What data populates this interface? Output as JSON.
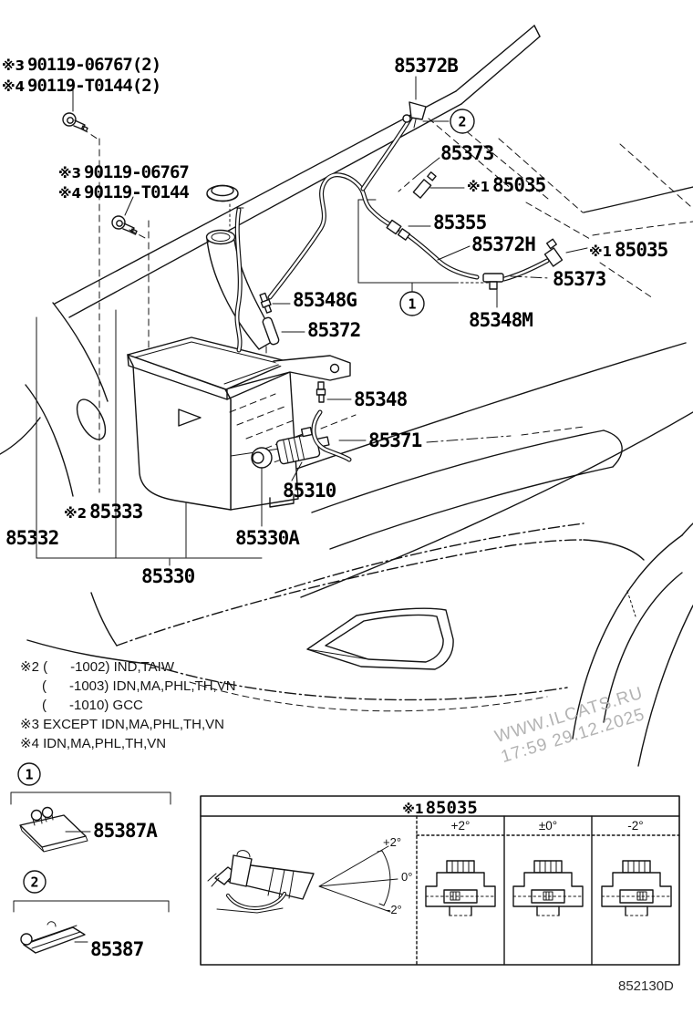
{
  "page": {
    "doc_code": "852130D"
  },
  "watermark": {
    "site": "WWW.ILCATS.RU",
    "datetime": "17:59 29.12.2025"
  },
  "labels": {
    "bolt_top_a": {
      "prefix": "※3",
      "text": "90119-06767(2)"
    },
    "bolt_top_b": {
      "prefix": "※4",
      "text": "90119-T0144(2)"
    },
    "bolt_mid_a": {
      "prefix": "※3",
      "text": "90119-06767"
    },
    "bolt_mid_b": {
      "prefix": "※4",
      "text": "90119-T0144"
    },
    "p85372B": {
      "text": "85372B"
    },
    "p85373_top": {
      "text": "85373"
    },
    "p85035_top": {
      "prefix": "※1",
      "text": "85035"
    },
    "p85355": {
      "text": "85355"
    },
    "p85372H": {
      "text": "85372H"
    },
    "p85035_right": {
      "prefix": "※1",
      "text": "85035"
    },
    "p85373_right": {
      "text": "85373"
    },
    "p85348M": {
      "text": "85348M"
    },
    "p85348G": {
      "text": "85348G"
    },
    "p85372": {
      "text": "85372"
    },
    "p85348": {
      "text": "85348"
    },
    "p85371": {
      "text": "85371"
    },
    "p85310": {
      "text": "85310"
    },
    "p85333": {
      "prefix": "※2",
      "text": "85333"
    },
    "p85332": {
      "text": "85332"
    },
    "p85330A": {
      "text": "85330A"
    },
    "p85330": {
      "text": "85330"
    },
    "p85387A": {
      "text": "85387A"
    },
    "p85387": {
      "text": "85387"
    }
  },
  "callout_circles": {
    "one": "1",
    "two": "2"
  },
  "notes": {
    "line1": "※2 (      -1002) IND,TAIW",
    "line2": "(      -1003) IDN,MA,PHL,TH,VN",
    "line3": "(      -1010) GCC",
    "line4": "※3 EXCEPT IDN,MA,PHL,TH,VN",
    "line5": "※4 IDN,MA,PHL,TH,VN"
  },
  "nozzle_table": {
    "title_prefix": "※1",
    "title": "85035",
    "columns": [
      "+2°",
      "±0°",
      "-2°"
    ],
    "fan_angles": [
      "+2°",
      "0°",
      "-2°"
    ]
  }
}
